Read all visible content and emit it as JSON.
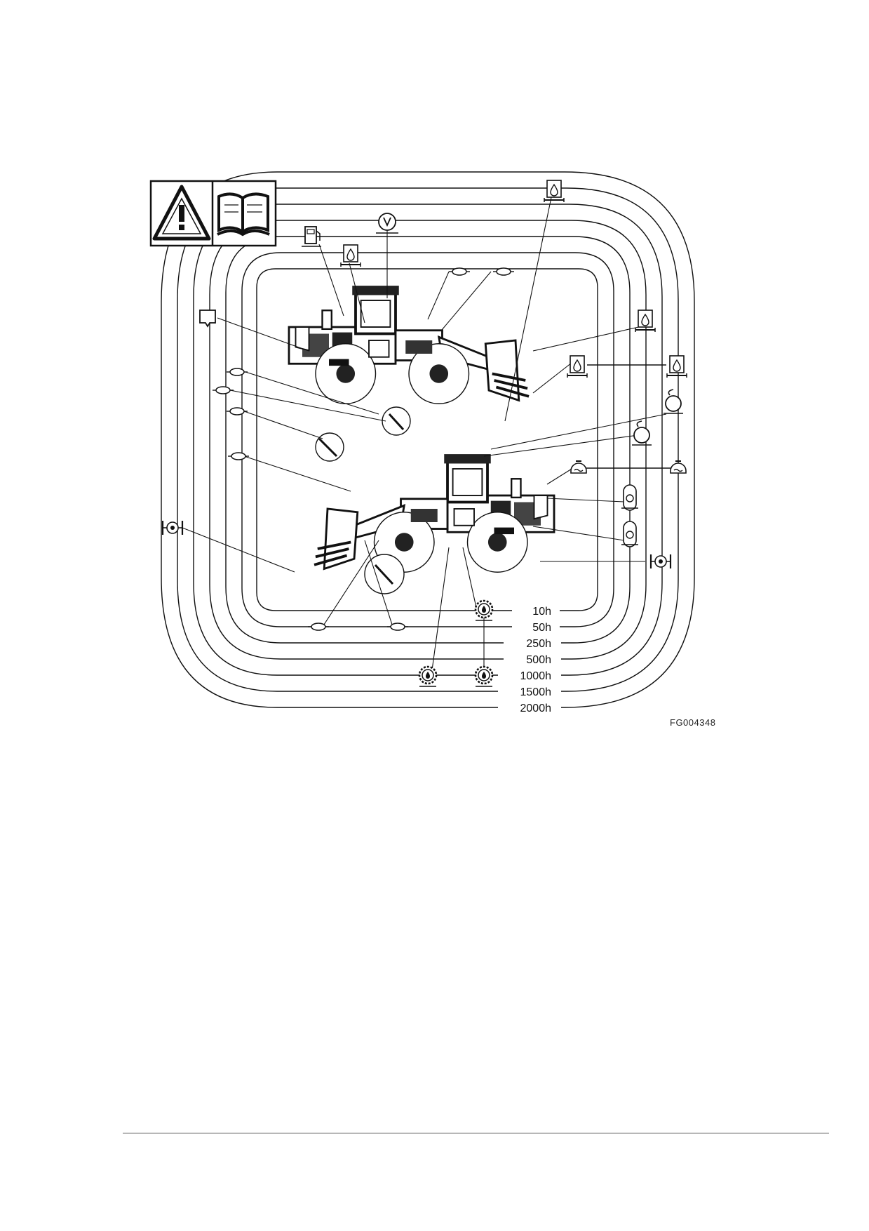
{
  "figure": {
    "id_label": "FG004348",
    "intervals": [
      "10h",
      "50h",
      "250h",
      "500h",
      "1000h",
      "1500h",
      "2000h"
    ]
  },
  "header_symbols": [
    "warning-triangle-icon",
    "manual-book-icon"
  ],
  "icons": {
    "oil_container": "oil-container-icon",
    "fuel_pump": "fuel-pump-icon",
    "v_belt": "v-belt-icon",
    "grease": "grease-fitting-icon",
    "filter": "filter-icon",
    "drain": "drain-icon",
    "air_filter": "air-filter-icon",
    "coolant": "coolant-icon",
    "gear": "gear-oil-icon",
    "wheel_hub": "wheel-hub-icon",
    "fan": "fan-icon"
  },
  "colors": {
    "line": "#1a1a1a",
    "background": "#ffffff",
    "rule": "#555555"
  }
}
